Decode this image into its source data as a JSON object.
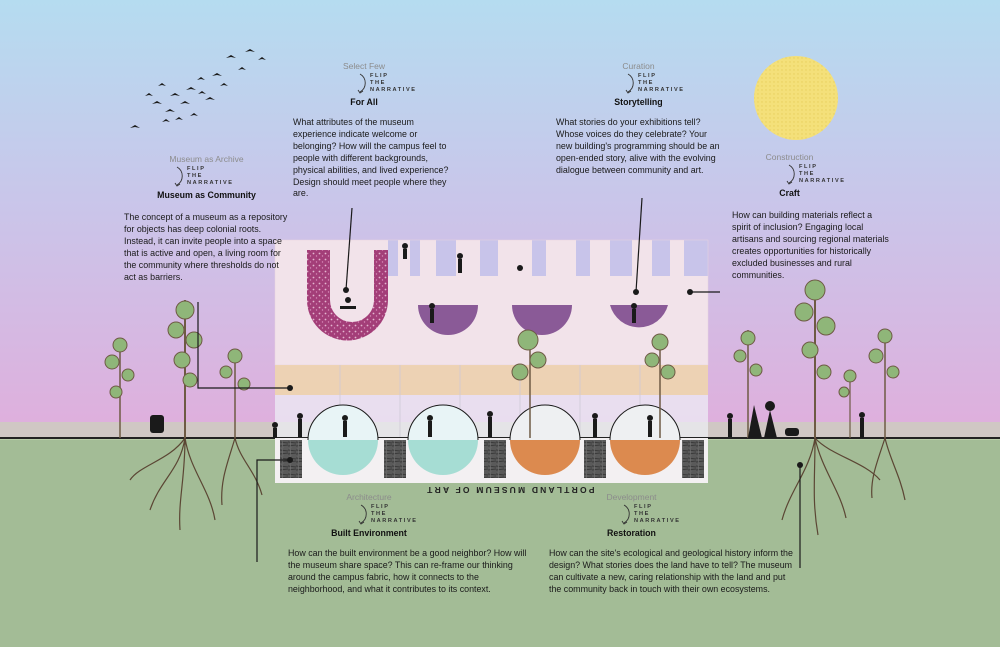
{
  "colors": {
    "sky_top": "#b5dcf0",
    "sky_mid": "#cdbde6",
    "sky_bottom": "#dcaedb",
    "ground": "#a3bc96",
    "sun": "#f4e07a",
    "building": "#f2e3ea",
    "pool_teal": "#a6ddd4",
    "pool_orange": "#dc8a4f",
    "tree": "#8fb679"
  },
  "building": {
    "name": "PORTLAND MUSEUM OF ART"
  },
  "flip_text": [
    "FLIP",
    "THE",
    "NARRATIVE"
  ],
  "panels": {
    "museum_as_community": {
      "from": "Museum as Archive",
      "to": "Museum as Community",
      "text": "The concept of a museum as a repository for objects has deep colonial roots. Instead, it can invite people into a space that is active and open, a living room for the community where thresholds do not act as barriers."
    },
    "for_all": {
      "from": "Select Few",
      "to": "For All",
      "text": "What attributes of the museum experience indicate welcome or belonging? How will the campus feel to people with different backgrounds, physical abilities, and lived experience? Design should meet people where they are."
    },
    "storytelling": {
      "from": "Curation",
      "to": "Storytelling",
      "text": "What stories do your exhibitions tell? Whose voices do they celebrate? Your new building's programming should be an open-ended story, alive with the evolving dialogue between community and art."
    },
    "craft": {
      "from": "Construction",
      "to": "Craft",
      "text": "How can building materials reflect a spirit of inclusion? Engaging local artisans and sourcing regional materials creates opportunities for historically excluded businesses and rural communities."
    },
    "built_environment": {
      "from": "Architecture",
      "to": "Built Environment",
      "text": "How can the built environment be a good neighbor? How will the museum share space? This can re-frame our thinking around the campus fabric, how it connects to the neighborhood, and what it contributes to its context."
    },
    "restoration": {
      "from": "Development",
      "to": "Restoration",
      "text": "How can the site's ecological and geological history inform the design? What stories does the land have to tell? The museum can cultivate a new, caring relationship with the land and put the community back in touch with their own ecosystems."
    }
  }
}
